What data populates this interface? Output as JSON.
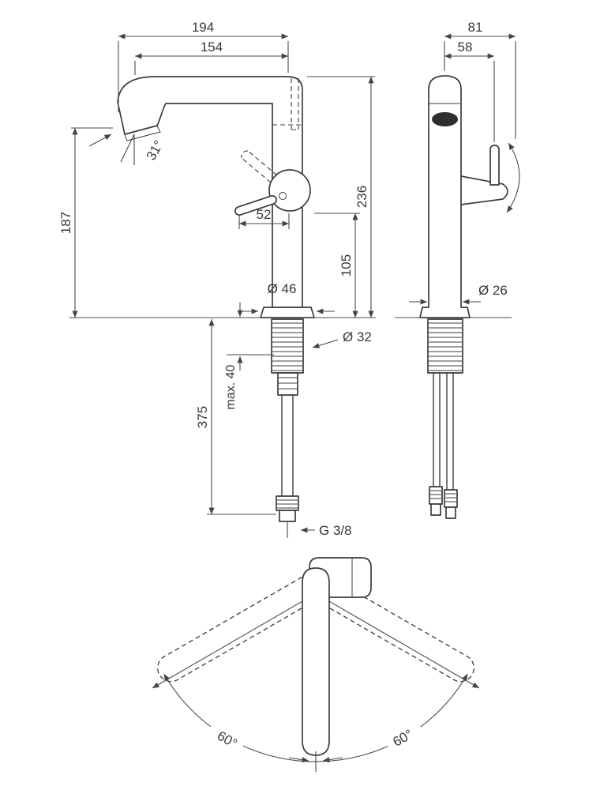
{
  "style": {
    "line_color": "#3c3c3c",
    "background": "#ffffff",
    "outlet_fill": "#2e2e2e"
  },
  "drawing": {
    "front_view": {
      "spout_reach_overall": "194",
      "spout_reach": "154",
      "height_total": "236",
      "height_outlet": "187",
      "outlet_angle": "31°",
      "handle_offset": "52",
      "handle_height": "105",
      "base_diameter": "Ø 46",
      "shank_diameter": "Ø 32",
      "max_deck_thickness": "max. 40",
      "hose_length": "375",
      "connection_thread": "G 3/8"
    },
    "side_view": {
      "depth_overall": "81",
      "depth_handle": "58",
      "body_diameter": "Ø 26"
    },
    "top_view": {
      "swivel_left": "60°",
      "swivel_right": "60°"
    }
  }
}
